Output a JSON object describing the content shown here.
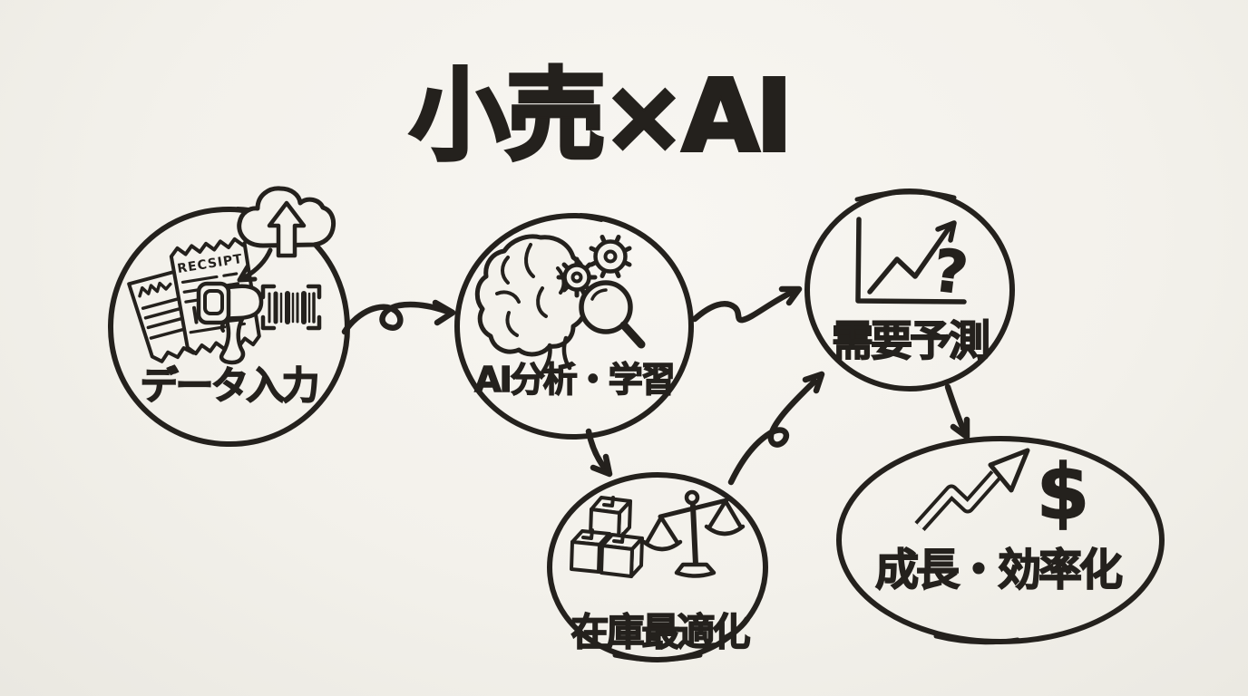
{
  "title": "小売×AI",
  "style": {
    "paper_color": "#f3f1eb",
    "ink_color": "#24211d"
  },
  "nodes": [
    {
      "id": "data-input",
      "label": "データ入力",
      "shape": "circle",
      "icons": [
        "receipts",
        "barcode-scanner",
        "barcode",
        "cloud-upload"
      ]
    },
    {
      "id": "ai-analysis",
      "label": "AI分析・学習",
      "shape": "circle",
      "icons": [
        "brain",
        "gears",
        "magnifying-glass"
      ]
    },
    {
      "id": "demand-forecast",
      "label": "需要予測",
      "shape": "circle",
      "icons": [
        "trend-chart",
        "question-mark"
      ]
    },
    {
      "id": "inventory-optimization",
      "label": "在庫最適化",
      "shape": "circle",
      "icons": [
        "cardboard-boxes",
        "balance-scale"
      ]
    },
    {
      "id": "growth-efficiency",
      "label": "成長・効率化",
      "shape": "ellipse",
      "icons": [
        "growth-zigzag-arrow",
        "dollar-sign"
      ]
    }
  ],
  "connections": [
    {
      "from": "data-input",
      "to": "ai-analysis",
      "style": "loop-squiggle-arrow"
    },
    {
      "from": "ai-analysis",
      "to": "demand-forecast",
      "style": "wavy-arrow"
    },
    {
      "from": "ai-analysis",
      "to": "inventory-optimization",
      "style": "curved-arrow"
    },
    {
      "from": "inventory-optimization",
      "to": "demand-forecast",
      "style": "loop-squiggle-arrow"
    },
    {
      "from": "demand-forecast",
      "to": "growth-efficiency",
      "style": "straight-arrow"
    }
  ],
  "glyphs": {
    "receipt_title": "RECSIPT",
    "question_mark": "?",
    "dollar": "$"
  }
}
